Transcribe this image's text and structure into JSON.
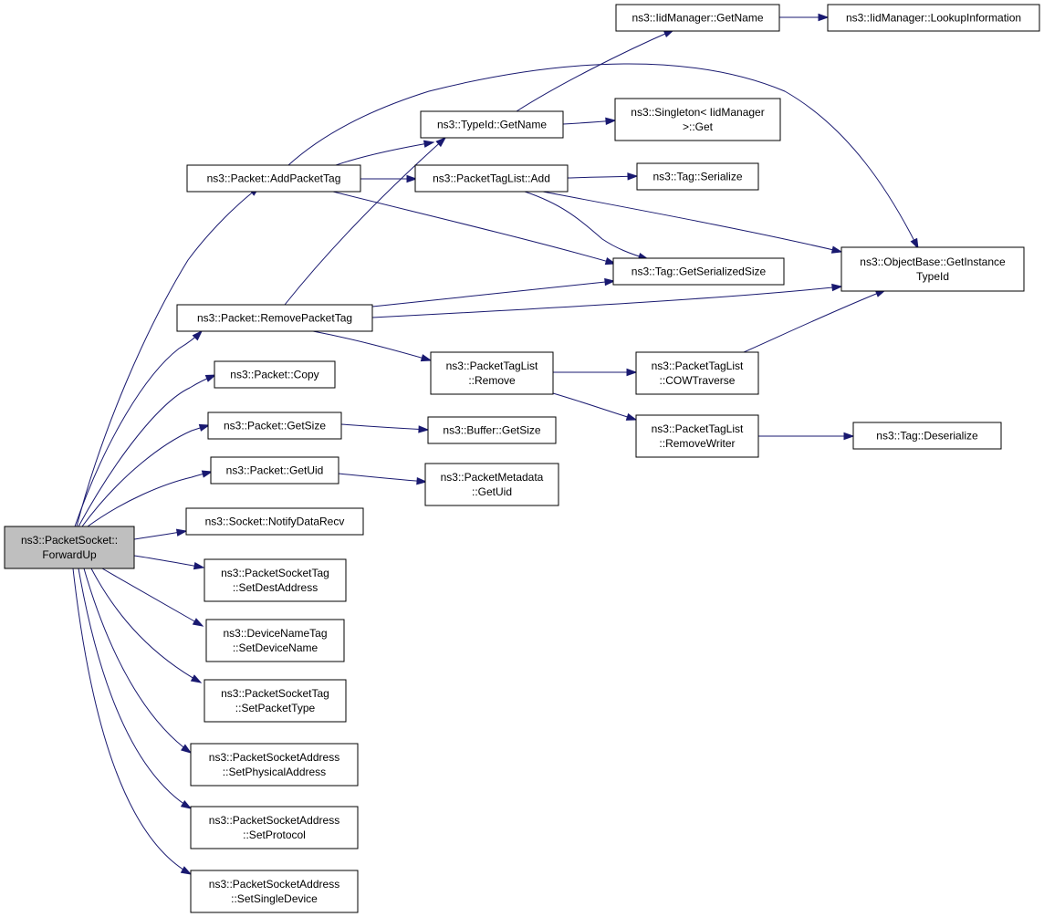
{
  "graph": {
    "edge_color": "#191970",
    "root_fill": "#bfbfbf",
    "node_fill": "#ffffff",
    "nodes": [
      {
        "id": "forwardup",
        "lines": [
          "ns3::PacketSocket::",
          "ForwardUp"
        ],
        "root": true
      },
      {
        "id": "addpackettag",
        "lines": [
          "ns3::Packet::AddPacketTag"
        ]
      },
      {
        "id": "removepackettag",
        "lines": [
          "ns3::Packet::RemovePacketTag"
        ]
      },
      {
        "id": "copy",
        "lines": [
          "ns3::Packet::Copy"
        ]
      },
      {
        "id": "getsize",
        "lines": [
          "ns3::Packet::GetSize"
        ]
      },
      {
        "id": "getuid",
        "lines": [
          "ns3::Packet::GetUid"
        ]
      },
      {
        "id": "notifydatarecv",
        "lines": [
          "ns3::Socket::NotifyDataRecv"
        ]
      },
      {
        "id": "setdestaddress",
        "lines": [
          "ns3::PacketSocketTag",
          "::SetDestAddress"
        ]
      },
      {
        "id": "setdevicename",
        "lines": [
          "ns3::DeviceNameTag",
          "::SetDeviceName"
        ]
      },
      {
        "id": "setpackettype",
        "lines": [
          "ns3::PacketSocketTag",
          "::SetPacketType"
        ]
      },
      {
        "id": "setphysicaladdress",
        "lines": [
          "ns3::PacketSocketAddress",
          "::SetPhysicalAddress"
        ]
      },
      {
        "id": "setprotocol",
        "lines": [
          "ns3::PacketSocketAddress",
          "::SetProtocol"
        ]
      },
      {
        "id": "setsingledevice",
        "lines": [
          "ns3::PacketSocketAddress",
          "::SetSingleDevice"
        ]
      },
      {
        "id": "typeidgetname",
        "lines": [
          "ns3::TypeId::GetName"
        ]
      },
      {
        "id": "packettaglistadd",
        "lines": [
          "ns3::PacketTagList::Add"
        ]
      },
      {
        "id": "packettaglistremove",
        "lines": [
          "ns3::PacketTagList",
          "::Remove"
        ]
      },
      {
        "id": "buffergetsize",
        "lines": [
          "ns3::Buffer::GetSize"
        ]
      },
      {
        "id": "metadatagetuid",
        "lines": [
          "ns3::PacketMetadata",
          "::GetUid"
        ]
      },
      {
        "id": "iidgetname",
        "lines": [
          "ns3::IidManager::GetName"
        ]
      },
      {
        "id": "iidlookup",
        "lines": [
          "ns3::IidManager::LookupInformation"
        ]
      },
      {
        "id": "singletonget",
        "lines": [
          "ns3::Singleton< IidManager",
          ">::Get"
        ]
      },
      {
        "id": "tagserialize",
        "lines": [
          "ns3::Tag::Serialize"
        ]
      },
      {
        "id": "taggetserializedsize",
        "lines": [
          "ns3::Tag::GetSerializedSize"
        ]
      },
      {
        "id": "getinstancetypeid",
        "lines": [
          "ns3::ObjectBase::GetInstance",
          "TypeId"
        ]
      },
      {
        "id": "cowtraverse",
        "lines": [
          "ns3::PacketTagList",
          "::COWTraverse"
        ]
      },
      {
        "id": "removewriter",
        "lines": [
          "ns3::PacketTagList",
          "::RemoveWriter"
        ]
      },
      {
        "id": "tagdeserialize",
        "lines": [
          "ns3::Tag::Deserialize"
        ]
      }
    ],
    "edges": [
      {
        "from": "forwardup",
        "to": "addpackettag"
      },
      {
        "from": "forwardup",
        "to": "removepackettag"
      },
      {
        "from": "forwardup",
        "to": "copy"
      },
      {
        "from": "forwardup",
        "to": "getsize"
      },
      {
        "from": "forwardup",
        "to": "getuid"
      },
      {
        "from": "forwardup",
        "to": "notifydatarecv"
      },
      {
        "from": "forwardup",
        "to": "setdestaddress"
      },
      {
        "from": "forwardup",
        "to": "setdevicename"
      },
      {
        "from": "forwardup",
        "to": "setpackettype"
      },
      {
        "from": "forwardup",
        "to": "setphysicaladdress"
      },
      {
        "from": "forwardup",
        "to": "setprotocol"
      },
      {
        "from": "forwardup",
        "to": "setsingledevice"
      },
      {
        "from": "addpackettag",
        "to": "typeidgetname"
      },
      {
        "from": "addpackettag",
        "to": "packettaglistadd"
      },
      {
        "from": "addpackettag",
        "to": "taggetserializedsize"
      },
      {
        "from": "addpackettag",
        "to": "getinstancetypeid"
      },
      {
        "from": "removepackettag",
        "to": "typeidgetname"
      },
      {
        "from": "removepackettag",
        "to": "packettaglistremove"
      },
      {
        "from": "removepackettag",
        "to": "taggetserializedsize"
      },
      {
        "from": "removepackettag",
        "to": "getinstancetypeid"
      },
      {
        "from": "getsize",
        "to": "buffergetsize"
      },
      {
        "from": "getuid",
        "to": "metadatagetuid"
      },
      {
        "from": "typeidgetname",
        "to": "iidgetname"
      },
      {
        "from": "typeidgetname",
        "to": "singletonget"
      },
      {
        "from": "iidgetname",
        "to": "iidlookup"
      },
      {
        "from": "packettaglistadd",
        "to": "tagserialize"
      },
      {
        "from": "packettaglistadd",
        "to": "taggetserializedsize"
      },
      {
        "from": "packettaglistadd",
        "to": "getinstancetypeid"
      },
      {
        "from": "packettaglistremove",
        "to": "cowtraverse"
      },
      {
        "from": "packettaglistremove",
        "to": "removewriter"
      },
      {
        "from": "cowtraverse",
        "to": "getinstancetypeid"
      },
      {
        "from": "removewriter",
        "to": "tagdeserialize"
      }
    ]
  }
}
